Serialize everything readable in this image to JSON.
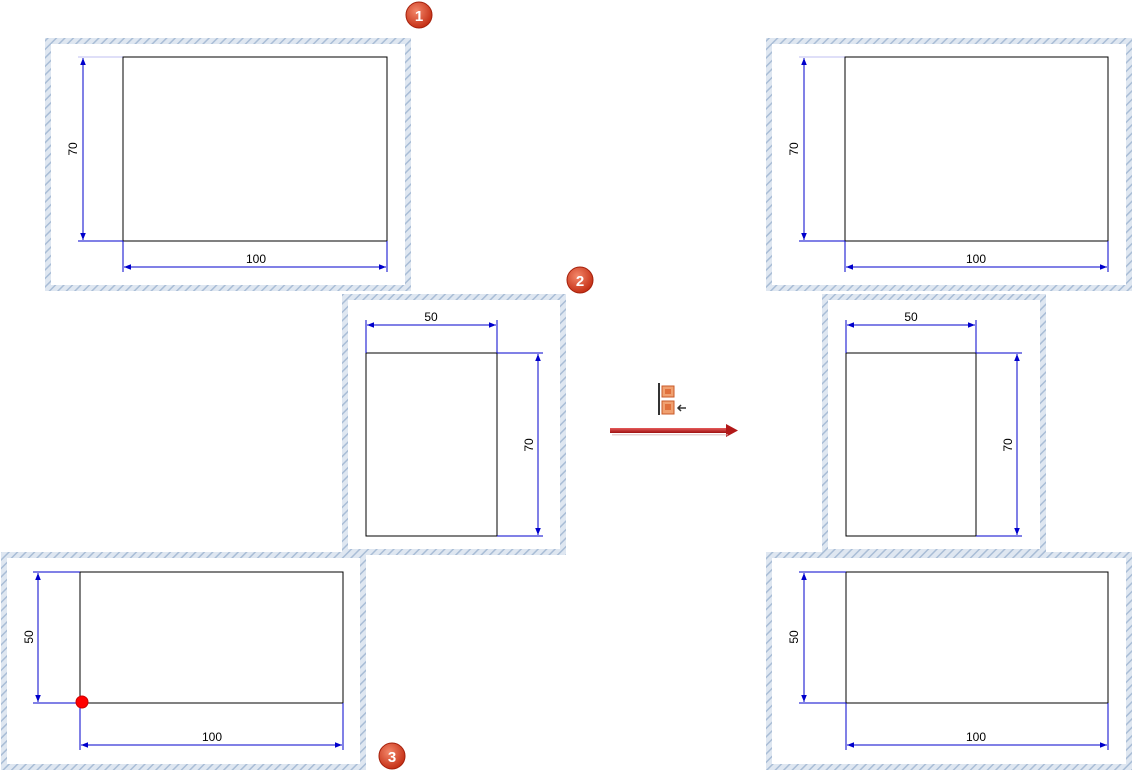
{
  "colors": {
    "frame": "#b9c9dd",
    "geometry": "#000000",
    "dimension": "#0000cc",
    "arrow": "#c62020",
    "badge": "#d23a1c",
    "point": "#ff0000",
    "icon": "#e0703c"
  },
  "badges": {
    "one": "1",
    "two": "2",
    "three": "3"
  },
  "left": {
    "view1": {
      "height_dim": "70",
      "width_dim": "100"
    },
    "view2": {
      "width_dim": "50",
      "height_dim": "70"
    },
    "view3": {
      "height_dim": "50",
      "width_dim": "100"
    }
  },
  "right": {
    "view1": {
      "height_dim": "70",
      "width_dim": "100"
    },
    "view2": {
      "width_dim": "50",
      "height_dim": "70"
    },
    "view3": {
      "height_dim": "50",
      "width_dim": "100"
    }
  },
  "center": {
    "tool_icon": "align-views-icon",
    "arrow_icon": "right-arrow-icon"
  }
}
